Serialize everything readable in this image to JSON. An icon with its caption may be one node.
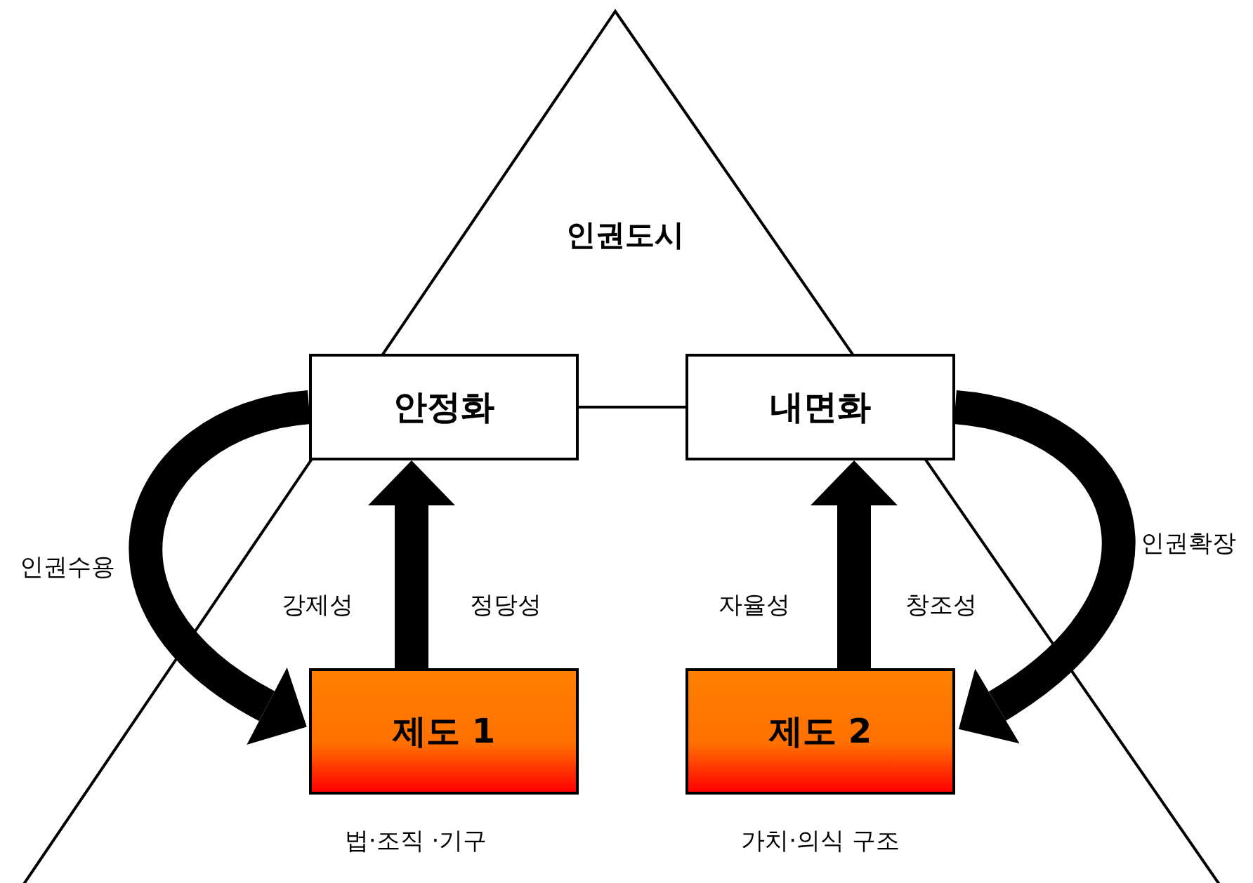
{
  "diagram": {
    "nodes": [
      {
        "text": [
          "안정화"
        ]
      },
      {
        "text": [
          "내면화"
        ]
      },
      {
        "text": [
          "제도 1"
        ],
        "beside": [
          "법·조직 ·기구"
        ]
      },
      {
        "text": [
          "제도 2"
        ],
        "beside": [
          "가치·의식 구조"
        ]
      }
    ],
    "edges": [
      {
        "from": 0,
        "to": 1,
        "arrow": "none"
      },
      {
        "from": 2,
        "to": 0,
        "arrow": "to"
      },
      {
        "from": 3,
        "to": 1,
        "arrow": "to"
      },
      {
        "from": 0,
        "to": 2,
        "arrow": "to",
        "label": "인권수용"
      },
      {
        "from": 1,
        "to": 3,
        "arrow": "to",
        "label": "인권확장"
      }
    ],
    "labels": [
      "인권도시",
      "강제성",
      "정당성",
      "자율성",
      "창조성"
    ]
  }
}
